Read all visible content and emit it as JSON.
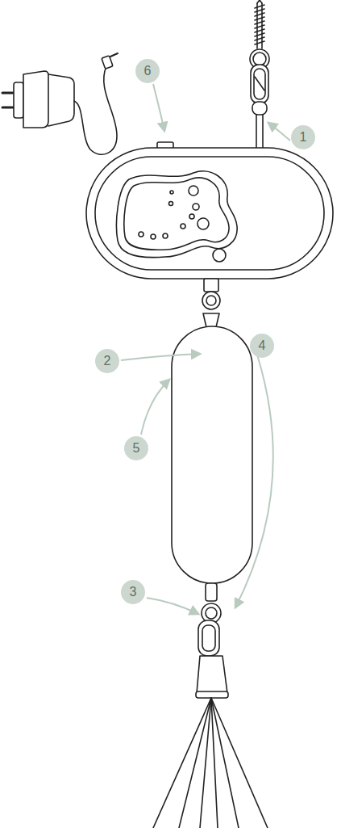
{
  "diagram": {
    "labels": [
      "6",
      "1",
      "4",
      "2",
      "5",
      "3"
    ]
  }
}
